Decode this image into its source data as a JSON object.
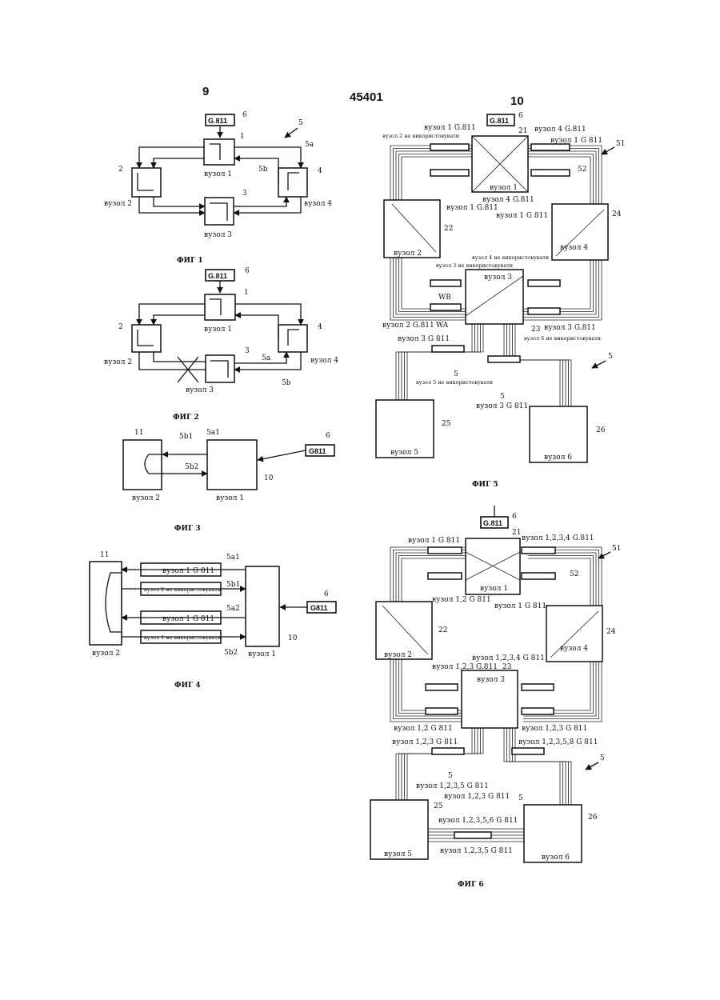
{
  "page": {
    "left_number": "9",
    "center_number": "45401",
    "right_number": "10"
  },
  "g811": "G.811",
  "g811_alt": "G811",
  "fig1": {
    "caption": "ФИГ 1",
    "ref_6": "6",
    "ref_1": "1",
    "ref_5": "5",
    "ref_5a": "5a",
    "ref_5b": "5b",
    "ref_2": "2",
    "ref_3": "3",
    "ref_4": "4",
    "node1": "вузол 1",
    "node2": "вузол 2",
    "node3": "вузол 3",
    "node4": "вузол 4"
  },
  "fig2": {
    "caption": "ФИГ 2",
    "ref_6": "6",
    "ref_1": "1",
    "ref_2": "2",
    "ref_3": "3",
    "ref_4": "4",
    "ref_5a": "5a",
    "ref_5b": "5b",
    "node1": "вузол 1",
    "node2": "вузол 2",
    "node3": "вузол 3",
    "node4": "вузол 4"
  },
  "fig3": {
    "caption": "ФИГ 3",
    "ref_11": "11",
    "ref_5b1": "5b1",
    "ref_5a1": "5a1",
    "ref_6": "6",
    "ref_5b2": "5b2",
    "ref_10": "10",
    "node2": "вузол 2",
    "node1": "вузол 1"
  },
  "fig4": {
    "caption": "ФИГ 4",
    "ref_11": "11",
    "ref_5a1": "5a1",
    "ref_5b1": "5b1",
    "ref_5a2": "5a2",
    "ref_5b2": "5b2",
    "ref_6": "6",
    "ref_10": "10",
    "row1": "вузол 1 G 811",
    "row2": "вузол 2 не використовувати",
    "row3": "вузол 1 G 811",
    "row4": "вузол 1 не використовувати",
    "node2": "вузол 2",
    "node1": "вузол 1"
  },
  "fig5": {
    "caption": "ФИГ 5",
    "ref_6": "6",
    "ref_21": "21",
    "ref_22": "22",
    "ref_23": "23",
    "ref_24": "24",
    "ref_25": "25",
    "ref_26": "26",
    "ref_51": "51",
    "ref_52": "52",
    "ref_5": "5",
    "t_top_left": "вузол 1 G.811",
    "t_top_left2": "вузол 2 не використовувати",
    "t_top_right": "вузол 4 G.811",
    "t_top_right2": "вузол 1 G 811",
    "t_n1_below": "вузол 4 G.811",
    "t_left_mid": "вузол 1 G.811",
    "t_right_mid": "вузол 1 G 811",
    "t_n4_unused": "вузол 4 не використовувати",
    "t_n3_unused": "вузол 3 не використовувати",
    "t_wb": "WB",
    "t_wa": "WA",
    "t_n2_g": "вузол 2 G.811",
    "t_n3_g": "вузол 3 G.811",
    "t_n3_g2": "вузол 3 G 811",
    "t_n6_unused": "вузол 6 не використовувати",
    "t_n5_unused": "вузол 5 не використовувати",
    "t_n3_g3": "вузол 3 G 811",
    "node1": "вузол 1",
    "node2": "вузол 2",
    "node3": "вузол 3",
    "node4": "вузол 4",
    "node5": "вузол 5",
    "node6": "вузол 6"
  },
  "fig6": {
    "caption": "ФИГ 6",
    "ref_6": "6",
    "ref_21": "21",
    "ref_22": "22",
    "ref_23": "23",
    "ref_24": "24",
    "ref_25": "25",
    "ref_26": "26",
    "ref_51": "51",
    "ref_52": "52",
    "ref_5": "5",
    "t_tl": "вузол 1 G 811",
    "t_tr": "вузол 1,2,3,4 G.811",
    "t_l12": "вузол 1,2 G 811",
    "t_r1": "вузол 1 G 811",
    "t_c1234": "вузол 1,2,3,4 G 811",
    "t_c123": "вузол 1,2,3 G.811",
    "t_l12b": "вузол 1,2 G 811",
    "t_r123": "вузол 1,2,3 G 811",
    "t_l123": "вузол 1,2,3 G 811",
    "t_r12358": "вузол 1,2,3,5,8 G 811",
    "t_1235": "вузол 1,2,3,5 G 811",
    "t_123": "вузол 1,2,3 G 811",
    "t_12356": "вузол 1,2,3,5,6 G 811",
    "t_1235b": "вузол 1,2,3,5 G 811",
    "node1": "вузол 1",
    "node2": "вузол 2",
    "node3": "вузол 3",
    "node4": "вузол 4",
    "node5": "вузол 5",
    "node6": "вузол 6"
  }
}
